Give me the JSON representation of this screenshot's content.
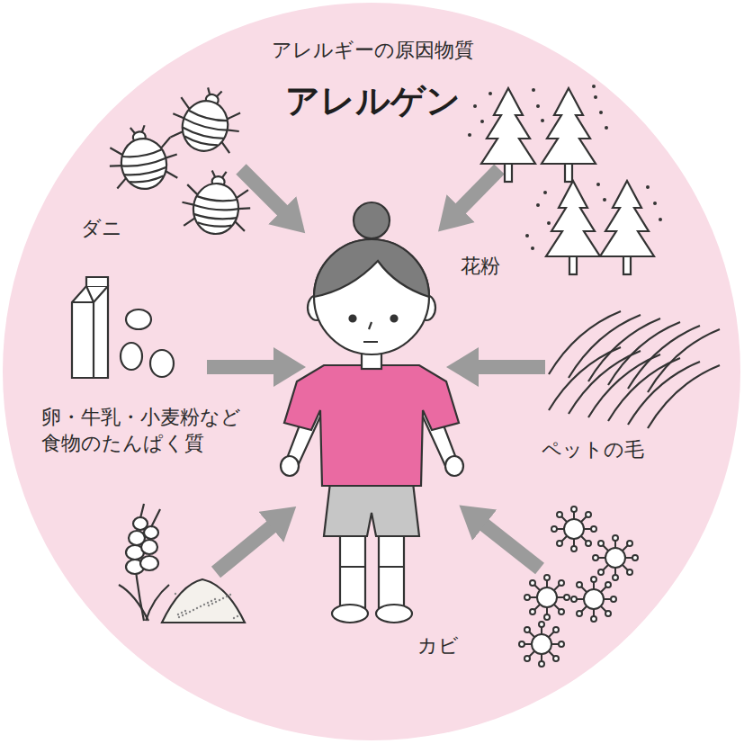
{
  "diagram": {
    "title": "アレルゲン",
    "labels": [
      "アレルギーの原因物質",
      "ダニ",
      "花粉",
      "卵・牛乳・小麦粉など 食物のたんぱく質",
      "ペットの毛",
      "カビ"
    ]
  }
}
